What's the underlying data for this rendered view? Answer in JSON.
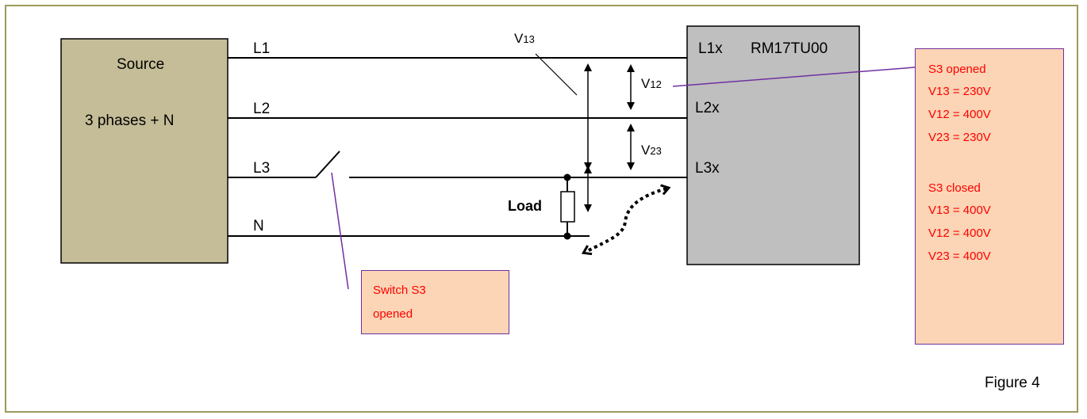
{
  "source": {
    "title": "Source",
    "subtitle": "3 phases + N"
  },
  "lines": {
    "l1": "L1",
    "l2": "L2",
    "l3": "L3",
    "n": "N"
  },
  "relay": {
    "name": "RM17TU00",
    "terminals": {
      "l1x": "L1x",
      "l2x": "L2x",
      "l3x": "L3x"
    }
  },
  "voltages": {
    "v13": {
      "main": "V",
      "sub": "13"
    },
    "v12": {
      "main": "V",
      "sub": "12"
    },
    "v23": {
      "main": "V",
      "sub": "23"
    }
  },
  "load_label": "Load",
  "switch_note": {
    "line1": "Switch S3",
    "line2": "opened"
  },
  "status_note": {
    "opened_title": "S3 opened",
    "opened_v13": "V13 = 230V",
    "opened_v12": "V12 = 400V",
    "opened_v23": "V23 = 230V",
    "closed_title": "S3 closed",
    "closed_v13": "V13 = 400V",
    "closed_v12": "V12 = 400V",
    "closed_v23": "V23 = 400V"
  },
  "figure_caption": "Figure 4",
  "colors": {
    "frame_border": "#9c9a5c",
    "source_fill": "#c4bd97",
    "relay_fill": "#bfbfbf",
    "note_fill": "#fbd5b5",
    "note_border": "#7030a0",
    "note_text": "#ff0000"
  }
}
